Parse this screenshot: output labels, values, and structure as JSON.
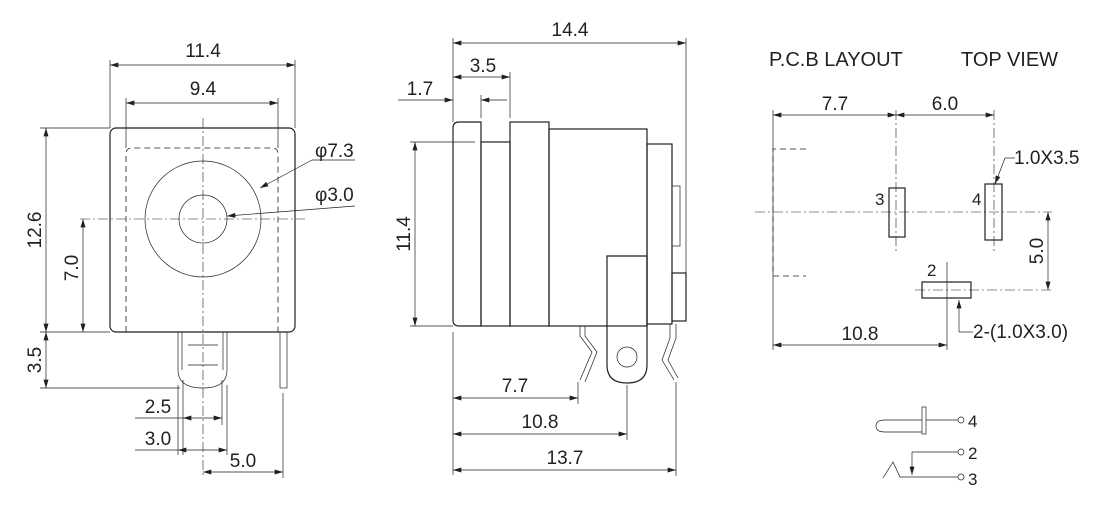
{
  "front_view": {
    "width_outer": "11.4",
    "width_inner": "9.4",
    "height_total": "12.6",
    "center_height": "7.0",
    "pin_length": "3.5",
    "diameter_outer": "φ7.3",
    "diameter_inner": "φ3.0",
    "pin_width_a": "2.5",
    "pin_width_b": "3.0",
    "pin_spacing": "5.0"
  },
  "side_view": {
    "length_total": "14.4",
    "flange_offset": "3.5",
    "flange_width": "1.7",
    "height": "11.4",
    "pin_3_position": "7.7",
    "pin_2_position": "10.8",
    "pin_4_position": "13.7"
  },
  "pcb_layout": {
    "title": "P.C.B LAYOUT",
    "subtitle": "TOP VIEW",
    "dim_pin3": "7.7",
    "dim_pin3_to_pin4": "6.0",
    "dim_pin2": "10.8",
    "dim_vertical": "5.0",
    "pad_size_4": "1.0X3.5",
    "pad_size_2": "2-(1.0X3.0)",
    "pad_labels": [
      "3",
      "4",
      "2"
    ]
  },
  "schematic": {
    "pins": [
      "4",
      "2",
      "3"
    ]
  }
}
